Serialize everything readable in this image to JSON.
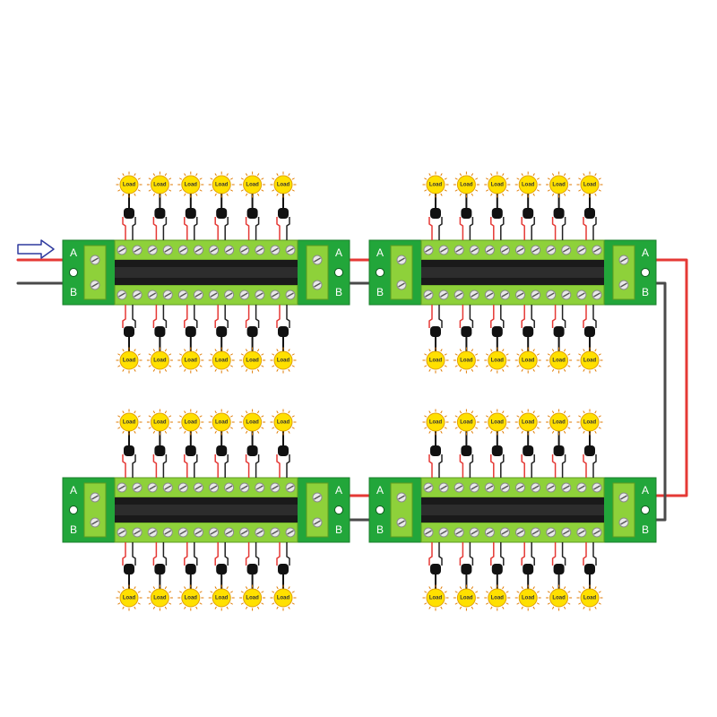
{
  "labels": {
    "bus_a": "A",
    "bus_b": "B",
    "load": "Load"
  },
  "boards": [
    {
      "name": "top-left-board"
    },
    {
      "name": "top-right-board"
    },
    {
      "name": "bottom-left-board"
    },
    {
      "name": "bottom-right-board"
    }
  ],
  "icons": {
    "input": "arrow-right-icon",
    "load": "bulb-icon",
    "screw": "screw-icon",
    "mount_hole": "mount-hole-icon"
  },
  "colors": {
    "wire_a": "#e53935",
    "wire_b": "#4a4a4a",
    "board": "#22a63a",
    "board_dark": "#1b7f2c",
    "terminal": "#8ed13a",
    "screw": "#e8e8e8",
    "bulb": "#ffe000",
    "bulb_outline": "#e0a000",
    "arrow": "#2f3a9e"
  }
}
